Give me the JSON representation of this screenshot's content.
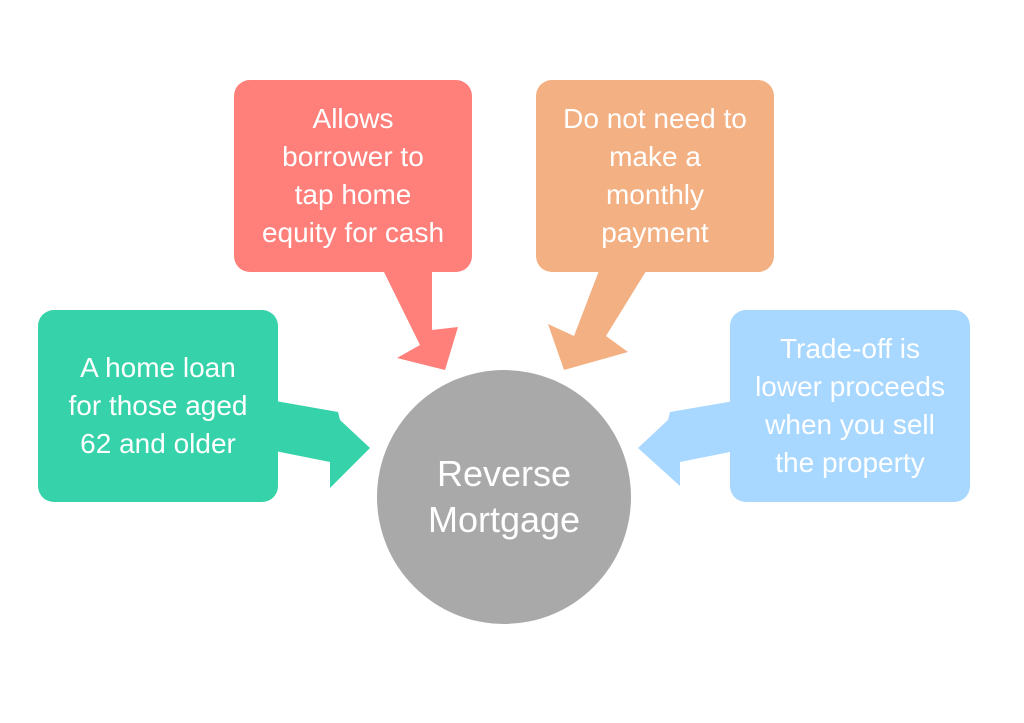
{
  "center": {
    "label": "Reverse\nMortgage",
    "color": "#a9a9a9"
  },
  "callouts": [
    {
      "id": "top-left",
      "text": "Allows\nborrower to\ntap home\nequity for cash",
      "color": "#ff7f7a"
    },
    {
      "id": "top-right",
      "text": "Do not need to\nmake a\nmonthly\npayment",
      "color": "#f3b083"
    },
    {
      "id": "left",
      "text": "A home loan\nfor those aged\n62 and older",
      "color": "#36d2a9"
    },
    {
      "id": "right",
      "text": "Trade-off is\nlower proceeds\nwhen you sell\nthe property",
      "color": "#a8d7ff"
    }
  ]
}
